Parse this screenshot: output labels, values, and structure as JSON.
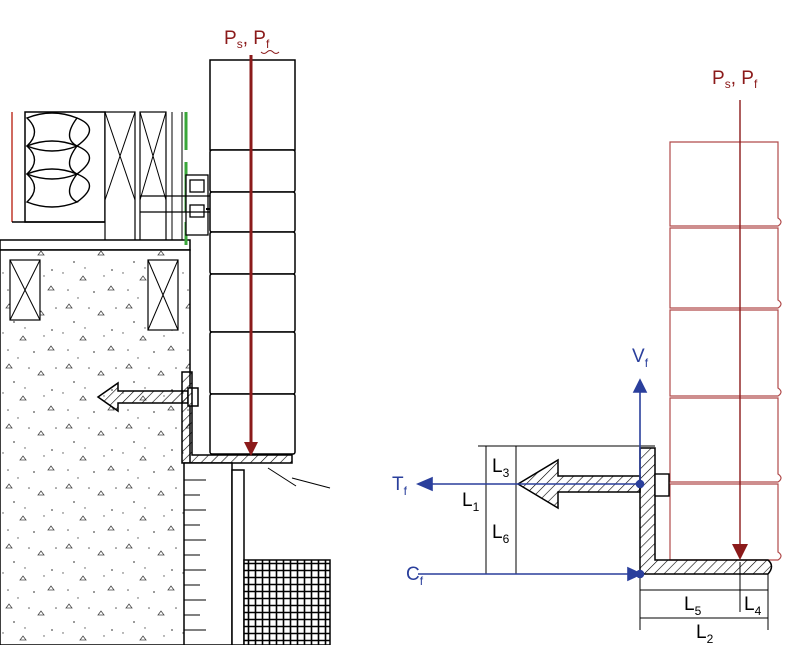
{
  "left_panel": {
    "load_label_main": "P",
    "load_label_sub1": "s",
    "load_label_sep": ", ",
    "load_label_main2": "P",
    "load_label_sub2": "f"
  },
  "right_panel": {
    "load_label_main": "P",
    "load_label_sub1": "s",
    "load_label_sep": ", ",
    "load_label_main2": "P",
    "load_label_sub2": "f",
    "forces": {
      "vertical": {
        "main": "V",
        "sub": "f"
      },
      "tension": {
        "main": "T",
        "sub": "f"
      },
      "compression": {
        "main": "C",
        "sub": "f"
      }
    },
    "dimensions": {
      "L1": {
        "main": "L",
        "sub": "1"
      },
      "L2": {
        "main": "L",
        "sub": "2"
      },
      "L3": {
        "main": "L",
        "sub": "3"
      },
      "L4": {
        "main": "L",
        "sub": "4"
      },
      "L5": {
        "main": "L",
        "sub": "5"
      },
      "L6": {
        "main": "L",
        "sub": "6"
      }
    }
  },
  "colors": {
    "load": "#8b1a1a",
    "force": "#2a3f9c",
    "line": "#000000",
    "insulation_red": "#c0392b",
    "membrane_green": "#3aa63a",
    "brick_outline": "#b04a4a"
  }
}
